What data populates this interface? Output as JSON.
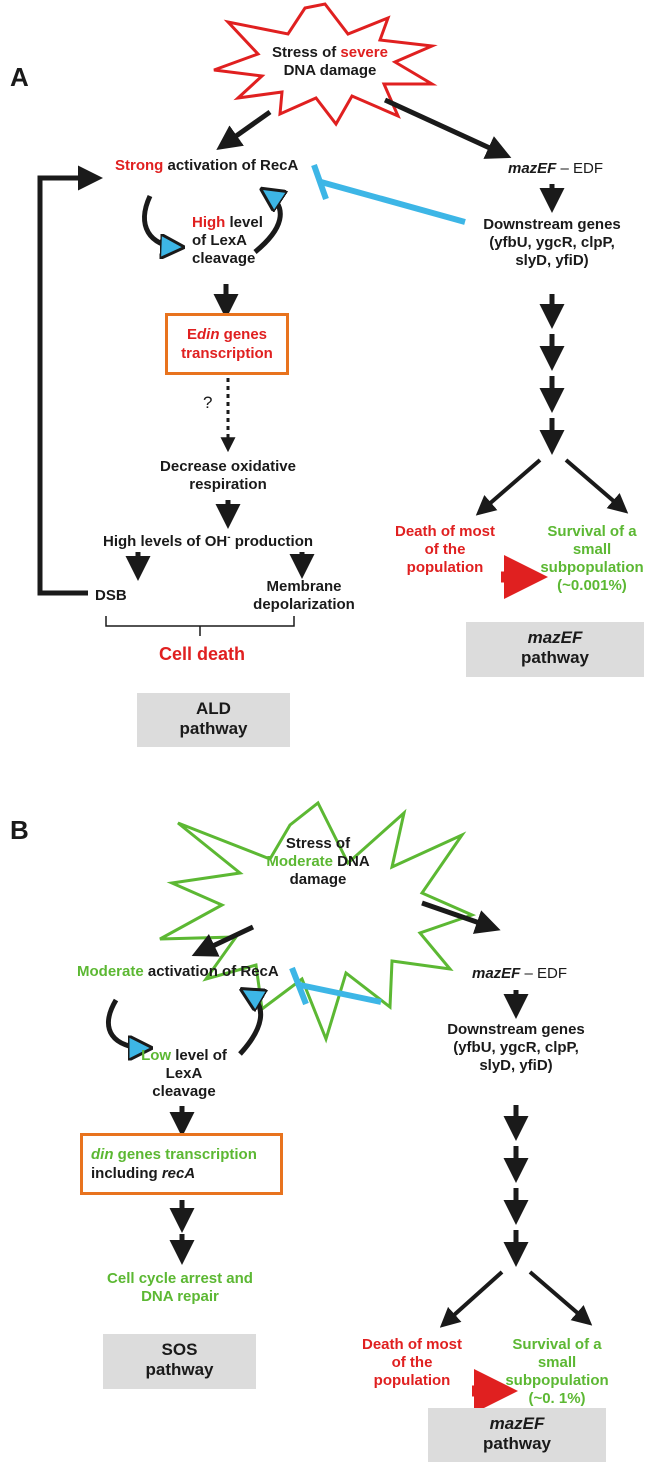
{
  "panelA": {
    "letter": "A",
    "stress": {
      "l1": "Stress of ",
      "l1b": "severe",
      "l2": "DNA damage"
    },
    "recA": {
      "pre": "Strong",
      "post": " activation of RecA"
    },
    "lexA": {
      "l1a": "High",
      "l1b": " level",
      "l2": "of LexA",
      "l3": "cleavage"
    },
    "din_box": {
      "l1a": "E",
      "l1b": "din",
      "l1c": " genes",
      "l2": "transcription"
    },
    "question": "?",
    "decrease": {
      "l1": "Decrease oxidative",
      "l2": "respiration"
    },
    "oh": {
      "a": "High levels of OH",
      "sup": "-",
      "b": " production"
    },
    "dsb": "DSB",
    "membrane": {
      "l1": "Membrane",
      "l2": "depolarization"
    },
    "cell_death": "Cell death",
    "pathway_box": {
      "l1": "ALD",
      "l2": "pathway"
    },
    "mazEF_edf": {
      "a": "mazEF",
      "b": " – EDF"
    },
    "downstream": {
      "l1": "Downstream genes",
      "l2": "(yfbU, ygcR, clpP,",
      "l3": "slyD, yfiD)"
    },
    "death": {
      "l1": "Death of most",
      "l2": "of the",
      "l3": "population"
    },
    "survival": {
      "l1": "Survival of a",
      "l2": "small",
      "l3": "subpopulation",
      "l4": "(~0.001%)"
    },
    "maz_box": {
      "l1": "mazEF",
      "l2": "pathway"
    }
  },
  "panelB": {
    "letter": "B",
    "stress": {
      "l1": "Stress of",
      "l2a": "Moderate",
      "l2b": " DNA",
      "l3": "damage"
    },
    "recA": {
      "pre": "Moderate",
      "post": " activation of RecA"
    },
    "lexA": {
      "l1a": "Low",
      "l1b": " level of",
      "l2": "LexA",
      "l3": "cleavage"
    },
    "din_box": {
      "l1a": "din",
      "l1b": " genes transcription",
      "l2a": "including ",
      "l2b": "recA"
    },
    "outcome": {
      "l1": "Cell cycle arrest and",
      "l2": "DNA repair"
    },
    "pathway_box": {
      "l1": "SOS",
      "l2": "pathway"
    },
    "mazEF_edf": {
      "a": "mazEF",
      "b": " – EDF"
    },
    "downstream": {
      "l1": "Downstream genes",
      "l2": "(yfbU, ygcR, clpP,",
      "l3": "slyD, yfiD)"
    },
    "death": {
      "l1": "Death of most",
      "l2": "of the",
      "l3": "population"
    },
    "survival": {
      "l1": "Survival of a",
      "l2": "small",
      "l3": "subpopulation",
      "l4": "(~0. 1%)"
    },
    "maz_box": {
      "l1": "mazEF",
      "l2": "pathway"
    }
  },
  "colors": {
    "severe": "#e02020",
    "moderate": "#5cb833",
    "box_border": "#e8731e",
    "inhibit": "#3db6e6",
    "arrow": "#1a1a1a",
    "pathway_box": "#dcdcdc"
  }
}
